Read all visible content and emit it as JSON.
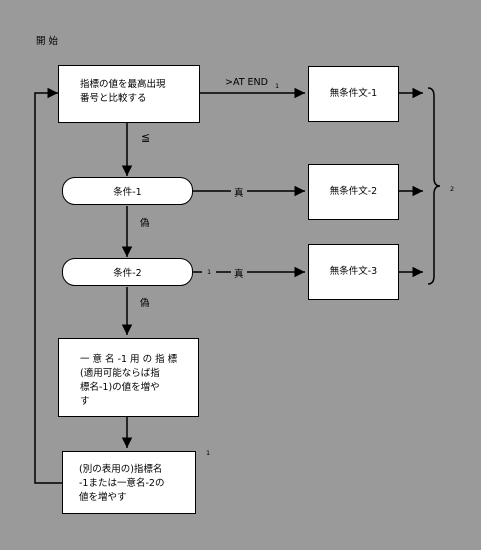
{
  "start_label": "開 始",
  "boxes": {
    "vary_lines": [
      "指標の値を最高出現",
      "番号と比較する"
    ],
    "action1": "無条件文-1",
    "cond1": "条件-1",
    "action2": "無条件文-2",
    "cond2": "条件-2",
    "action3": "無条件文-3",
    "increment_lines": [
      "一 意 名 -1 用 の 指 標",
      "(適用可能ならば指",
      "標名-1)の値を増や",
      "す"
    ],
    "after_lines": [
      "(別の表用の)指標名",
      "-1または一意名-2の",
      "値を増やす"
    ]
  },
  "labels": {
    "at_end": ">AT END",
    "at_end_note": "1",
    "le": "≦",
    "true1": "真",
    "false1": "偽",
    "cond2_note": "1",
    "true2": "真",
    "false2": "偽",
    "brace_note": "2",
    "after_note": "1"
  }
}
